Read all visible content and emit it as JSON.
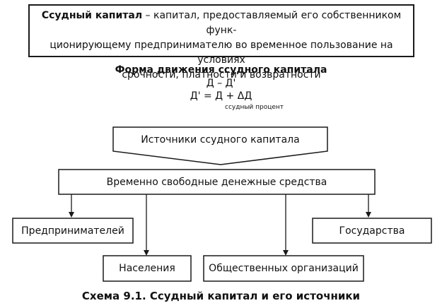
{
  "definition": {
    "term": "Ссудный капитал",
    "line1_rest": " – капитал, предоставляемый его собственником функ-",
    "line2": "ционирующему предпринимателю во временное пользование на условиях",
    "line3": "срочности,  платности и возвратности"
  },
  "formula": {
    "title": "Форма движения ссудного капитала",
    "line1": "Д – Д'",
    "line2": "Д' = Д + ΔД",
    "subscript": "ссудный процент"
  },
  "nodes": {
    "sources": "Источники ссудного капитала",
    "free_funds": "Временно свободные денежные средства",
    "entrepreneurs": "Предпринимателей",
    "population": "Населения",
    "organizations": "Общественных организаций",
    "state": "Государства"
  },
  "caption": "Схема 9.1. Ссудный капитал и его источники"
}
